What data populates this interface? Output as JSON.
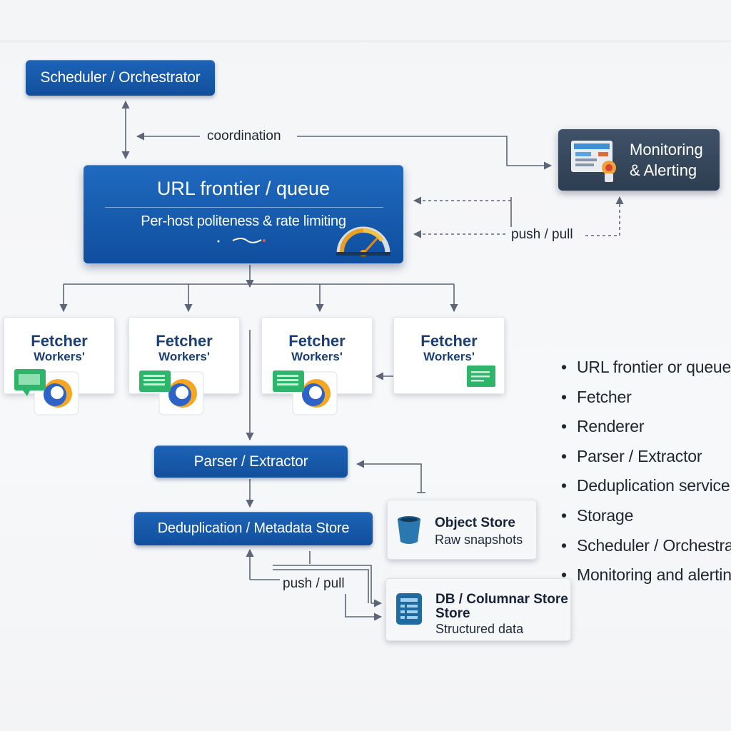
{
  "nodes": {
    "scheduler": "Scheduler / Orchestrator",
    "frontier": {
      "title": "URL frontier / queue",
      "subtitle": "Per-host politeness & rate limiting"
    },
    "monitoring": {
      "line1": "Monitoring",
      "line2": "& Alerting"
    },
    "fetchers": [
      {
        "title": "Fetcher",
        "sub": "Workers'"
      },
      {
        "title": "Fetcher",
        "sub": "Workers'"
      },
      {
        "title": "Fetcher",
        "sub": "Workers'"
      },
      {
        "title": "Fetcher",
        "sub": "Workers'"
      }
    ],
    "parser": "Parser / Extractor",
    "dedup": "Deduplication / Metadata Store",
    "object_store": {
      "title": "Object Store",
      "sub": "Raw snapshots"
    },
    "db_store": {
      "title1": "DB / Columnar Store",
      "title2": "Store",
      "sub": "Structured data"
    }
  },
  "edge_labels": {
    "coordination": "coordination",
    "push_pull_top": "push / pull",
    "push_pull_bottom": "push / pull"
  },
  "legend": [
    "URL frontier or queue",
    "Fetcher",
    "Renderer",
    "Parser / Extractor",
    "Deduplication service",
    "Storage",
    "Scheduler / Orchestrator",
    "Monitoring and alerting"
  ],
  "colors": {
    "primary": "#1558a8",
    "monitor": "#34465b",
    "connector": "#5b6678"
  }
}
